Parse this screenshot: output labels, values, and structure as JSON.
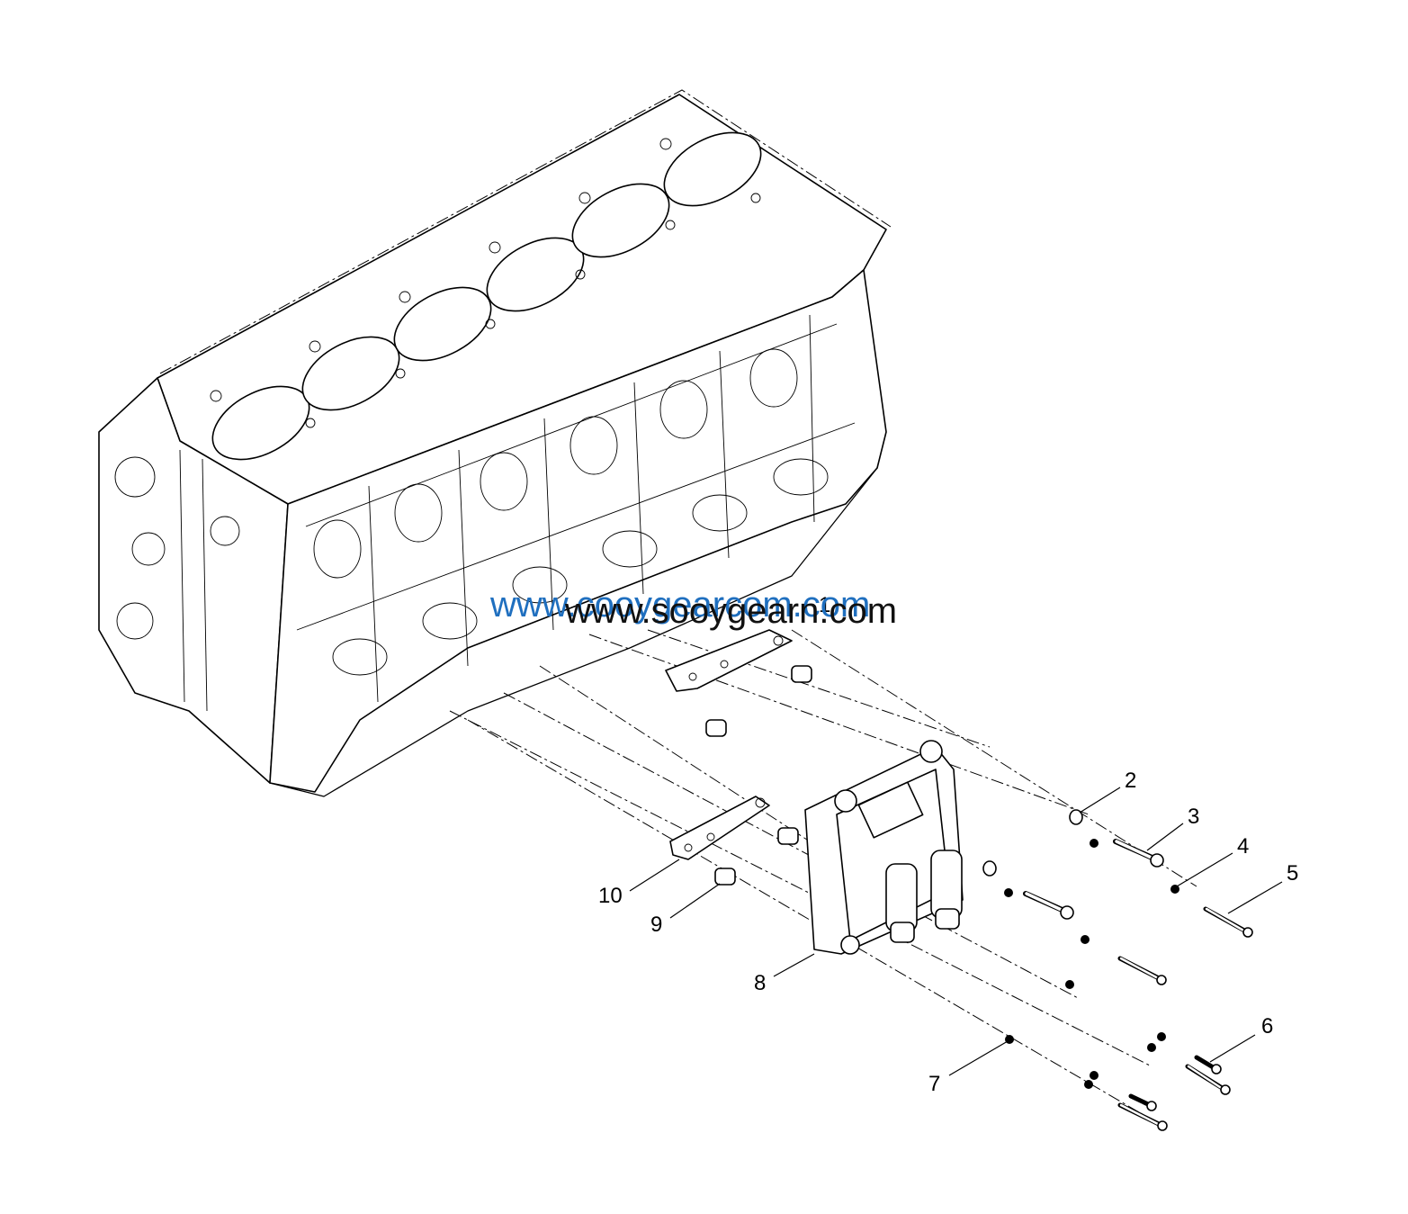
{
  "watermarks": [
    {
      "text": "www.cooygearcom.com",
      "color": "#1f6fbf"
    },
    {
      "text": "www.sooygearn.com",
      "color": "#111111"
    }
  ],
  "callouts": [
    "1",
    "2",
    "3",
    "4",
    "5",
    "6",
    "7",
    "8",
    "9",
    "10"
  ],
  "colors": {
    "line": "#000000",
    "background": "#ffffff",
    "watermark_blue": "#1f6fbf"
  }
}
